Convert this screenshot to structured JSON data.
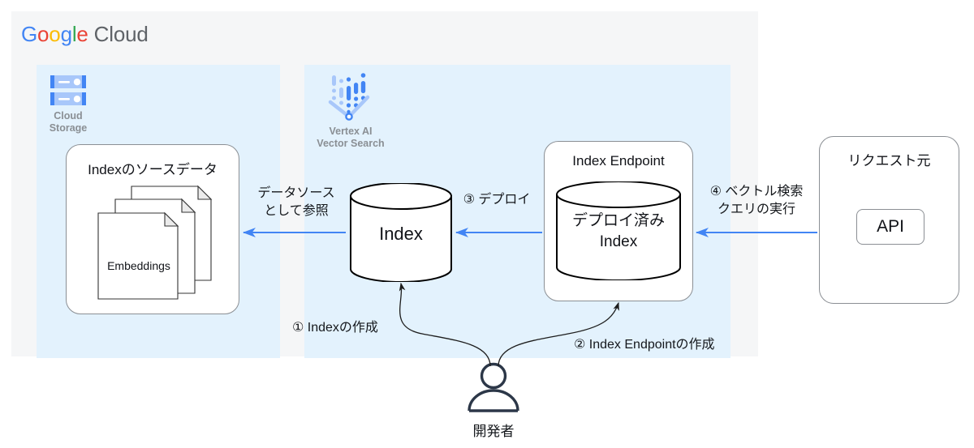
{
  "brand": {
    "logo_google": "Google",
    "logo_google_letters": [
      "G",
      "o",
      "o",
      "g",
      "l",
      "e"
    ],
    "logo_cloud": "Cloud",
    "colors": {
      "blue": "#4285F4",
      "red": "#EA4335",
      "yellow": "#FBBC05",
      "green": "#34A853",
      "gray_text": "#5f6368",
      "panel_gray": "#f5f6f7",
      "panel_blue": "#e3f2fd",
      "arrow_blue": "#4285F4",
      "icon_light_blue": "#a8c7fa",
      "icon_blue": "#4285F4",
      "person_navy": "#2c3748"
    }
  },
  "services": {
    "cloud_storage": {
      "icon": "cloud-storage-icon",
      "label_line1": "Cloud",
      "label_line2": "Storage"
    },
    "vertex_ai": {
      "icon": "vertex-ai-vector-search-icon",
      "label_line1": "Vertex AI",
      "label_line2": "Vector Search"
    }
  },
  "nodes": {
    "source_data": {
      "title": "Indexのソースデータ",
      "documents": [
        "Embeddings",
        "Embeddings",
        "Embeddings"
      ],
      "visible_document_label": "Embeddings"
    },
    "index": {
      "label": "Index",
      "shape": "cylinder"
    },
    "index_endpoint": {
      "title": "Index Endpoint",
      "inner_label_line1": "デプロイ済み",
      "inner_label_line2": "Index",
      "shape": "cylinder"
    },
    "requester": {
      "title": "リクエスト元",
      "api_label": "API"
    },
    "developer": {
      "label": "開発者",
      "icon": "person-icon"
    }
  },
  "flows": {
    "data_source": {
      "line1": "データソース",
      "line2": "として参照",
      "direction": "right-to-left"
    },
    "step1": {
      "text": "① Indexの作成",
      "number": "①",
      "body": "Indexの作成"
    },
    "step2": {
      "text": "② Index Endpointの作成",
      "number": "②",
      "body": "Index Endpointの作成"
    },
    "step3": {
      "text": "③ デプロイ",
      "number": "③",
      "body": "デプロイ",
      "direction": "right-to-left"
    },
    "step4": {
      "line1": "④ ベクトル検索",
      "line2": "クエリの実行",
      "number": "④",
      "direction": "right-to-left"
    }
  }
}
